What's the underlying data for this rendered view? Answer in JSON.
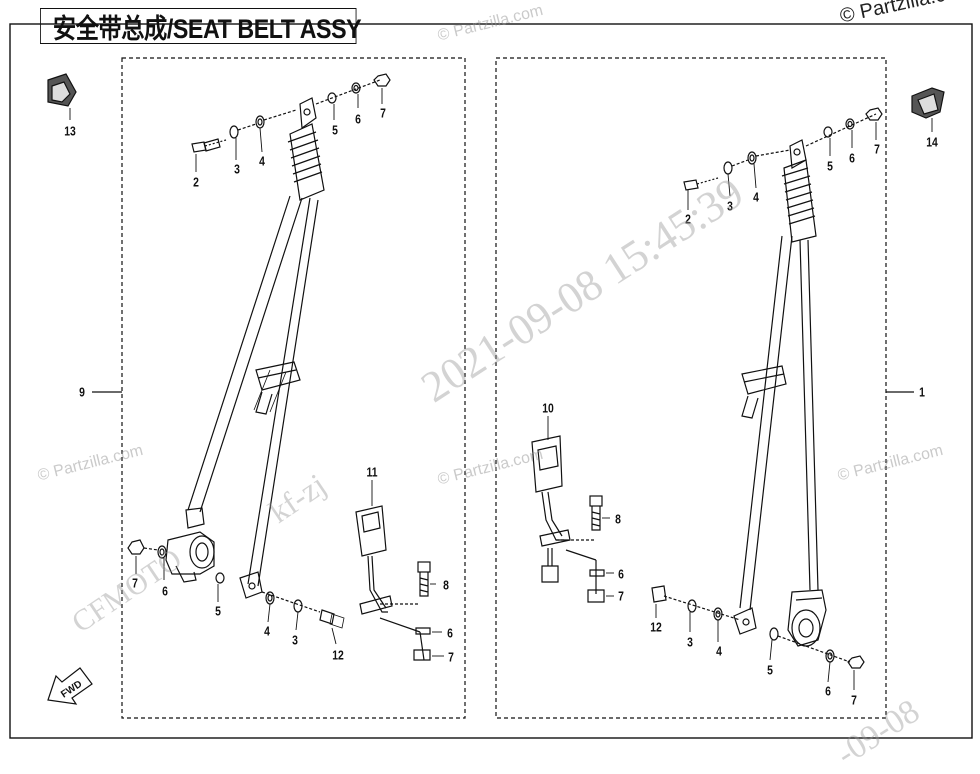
{
  "title": "安全带总成/SEAT BELT ASSY",
  "copyright": "© Partzilla.c",
  "fwd_label": "FWD",
  "watermarks": {
    "datetime": "2021-09-08 15:45:39",
    "brand": "CFMOTO",
    "user": "kf-zj",
    "partzilla": "© Partzilla.com",
    "partial_date": "-09-08"
  },
  "callouts": {
    "left": [
      "2",
      "3",
      "4",
      "5",
      "6",
      "7",
      "9",
      "13",
      "11",
      "8",
      "6",
      "7",
      "7",
      "6",
      "5",
      "4",
      "3",
      "12"
    ],
    "right": [
      "2",
      "3",
      "4",
      "5",
      "6",
      "7",
      "14",
      "1",
      "10",
      "8",
      "6",
      "7",
      "12",
      "3",
      "4",
      "5",
      "6",
      "7"
    ]
  },
  "colors": {
    "line": "#111111",
    "watermark": "#a0a0a0"
  }
}
